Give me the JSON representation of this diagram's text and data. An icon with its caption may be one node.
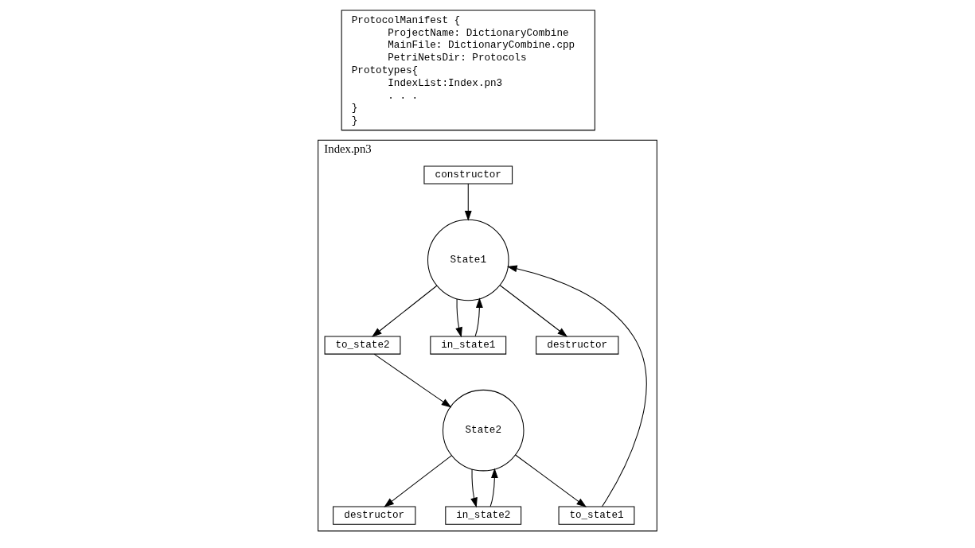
{
  "diagram": {
    "nodes": [
      {
        "text": [
          "ProtocolManifest {",
          "      ProjectName: DictionaryCombine",
          "      MainFile: DictionaryCombine.cpp",
          "      PetriNetsDir: Protocols",
          "Prototypes{",
          "      IndexList:Index.pn3",
          "      . . .",
          "}",
          "}"
        ]
      },
      {
        "text": [
          "Index.pn3"
        ]
      },
      {
        "text": [
          "constructor"
        ],
        "in": 1
      },
      {
        "text": [
          "State1"
        ],
        "in": 1
      },
      {
        "text": [
          "to_state2"
        ],
        "in": 1
      },
      {
        "text": [
          "State2"
        ],
        "in": 1
      },
      {
        "text": [
          "to_state1"
        ],
        "in": 1
      },
      {
        "text": [
          "in_state1"
        ],
        "in": 1
      },
      {
        "text": [
          "destructor"
        ],
        "in": 1
      },
      {
        "text": [
          "destructor"
        ],
        "in": 1
      },
      {
        "text": [
          "in_state2"
        ],
        "in": 1
      }
    ],
    "edges": [
      {
        "from": 2,
        "to": 3,
        "arrow": "to"
      },
      {
        "from": 3,
        "to": 4,
        "arrow": "to"
      },
      {
        "from": 4,
        "to": 5,
        "arrow": "to"
      },
      {
        "from": 5,
        "to": 6,
        "arrow": "to"
      },
      {
        "from": 6,
        "to": 3,
        "arrow": "to"
      },
      {
        "from": 3,
        "to": 7,
        "arrow": "to"
      },
      {
        "from": 7,
        "to": 3,
        "arrow": "to"
      },
      {
        "from": 3,
        "to": 8,
        "arrow": "to"
      },
      {
        "from": 5,
        "to": 9,
        "arrow": "to"
      },
      {
        "from": 5,
        "to": 10,
        "arrow": "to"
      },
      {
        "from": 10,
        "to": 5,
        "arrow": "to"
      }
    ]
  }
}
